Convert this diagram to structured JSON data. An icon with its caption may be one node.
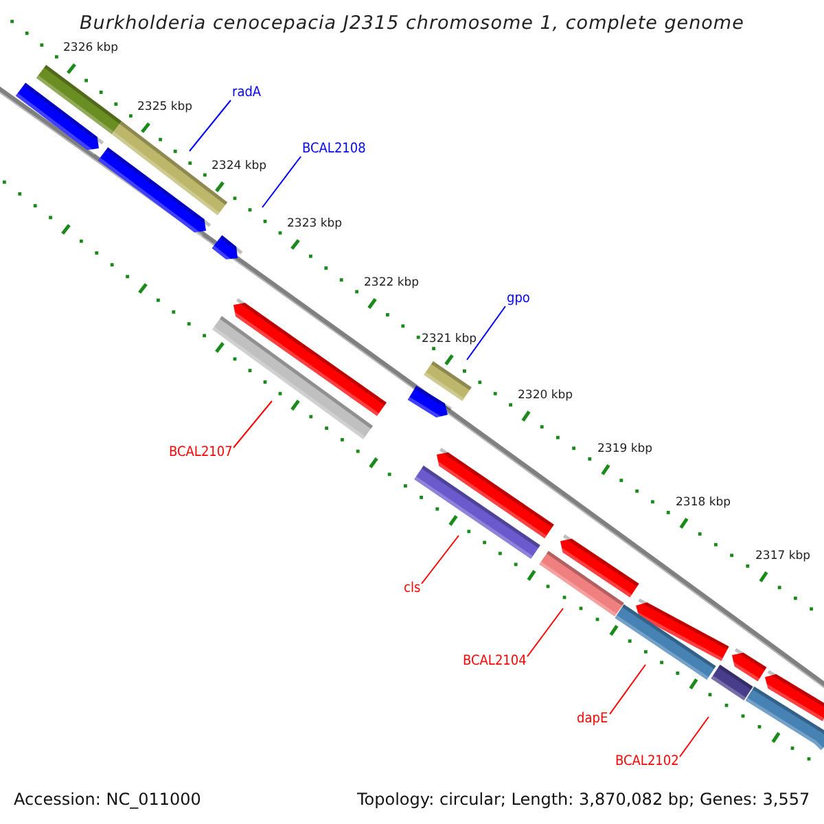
{
  "diagram": {
    "title": "Burkholderia cenocepacia J2315 chromosome 1, complete genome",
    "nodes": [
      {
        "text": [
          "radA"
        ]
      },
      {
        "text": [
          "BCAL2108"
        ]
      },
      {
        "text": [
          "gpo"
        ]
      },
      {
        "text": [
          "BCAL2107"
        ]
      },
      {
        "text": [
          "cls"
        ]
      },
      {
        "text": [
          "BCAL2104"
        ]
      },
      {
        "text": [
          "dapE"
        ]
      },
      {
        "text": [
          "BCAL2102"
        ]
      },
      {
        "text": [],
        "shape": "bar"
      }
    ],
    "edges": [
      {
        "from": 0,
        "to": null,
        "arrow": "none",
        "color": "#0000ff"
      },
      {
        "from": 1,
        "to": null,
        "arrow": "none",
        "color": "#0000ff"
      },
      {
        "from": 2,
        "to": 8,
        "arrow": "none",
        "color": "#0000ff"
      },
      {
        "from": 3,
        "to": null,
        "arrow": "none"
      },
      {
        "from": 4,
        "to": null,
        "arrow": "none"
      },
      {
        "from": 5,
        "to": null,
        "arrow": "none"
      },
      {
        "from": 6,
        "to": null,
        "arrow": "none"
      },
      {
        "from": 7,
        "to": null,
        "arrow": "none"
      }
    ],
    "labels": [
      "2326 kbp",
      "2325 kbp",
      "2324 kbp",
      "2323 kbp",
      "2322 kbp",
      "2321 kbp",
      "2320 kbp",
      "2319 kbp",
      "2318 kbp",
      "2317 kbp",
      "Accession: NC_011000",
      "Topology: circular; Length: 3,870,082 bp; Genes: 3,557"
    ]
  }
}
